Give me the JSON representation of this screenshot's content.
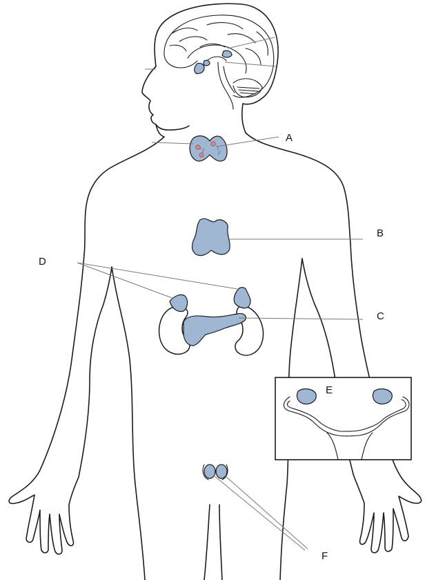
{
  "labels": {
    "A": "A",
    "B": "B",
    "C": "C",
    "D": "D",
    "E": "E",
    "F": "F"
  },
  "colors": {
    "gland_fill": "#9fb7d2",
    "outline": "#1a1a1a",
    "leader_line": "#7a7a7a",
    "parathyroid_dot": "#d98a8a"
  }
}
